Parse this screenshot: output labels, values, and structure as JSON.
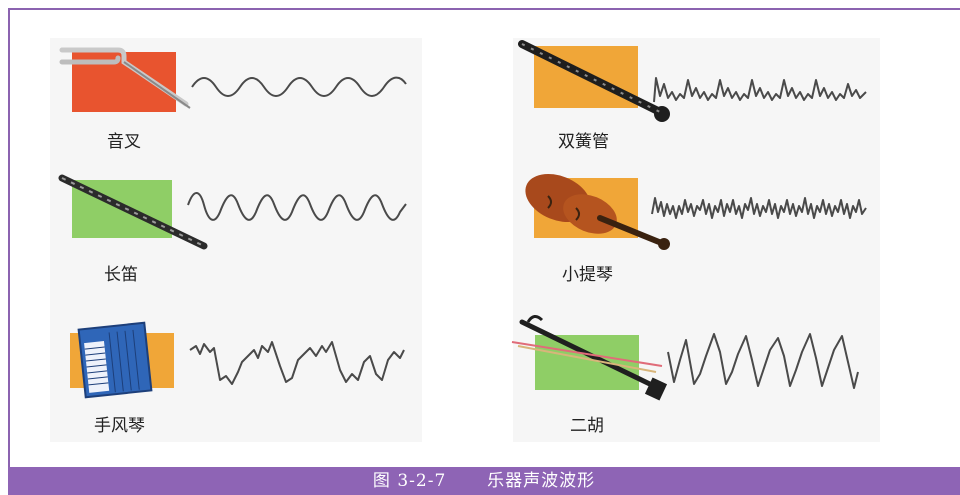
{
  "colors": {
    "frame": "#8b63b0",
    "caption_bg": "#8e64b5",
    "orange": "#e8542f",
    "gold": "#f0a638",
    "green": "#8fce66",
    "wave": "#4a4a4a"
  },
  "instruments": [
    {
      "id": "tuning-fork",
      "label": "音叉",
      "box_color": "orange",
      "icon": "tuning-fork-icon"
    },
    {
      "id": "flute",
      "label": "长笛",
      "box_color": "green",
      "icon": "flute-icon"
    },
    {
      "id": "accordion",
      "label": "手风琴",
      "box_color": "gold",
      "icon": "accordion-icon"
    },
    {
      "id": "bassoon",
      "label": "双簧管",
      "box_color": "gold",
      "icon": "bassoon-icon"
    },
    {
      "id": "violin",
      "label": "小提琴",
      "box_color": "gold",
      "icon": "violin-icon"
    },
    {
      "id": "erhu",
      "label": "二胡",
      "box_color": "green",
      "icon": "erhu-icon"
    }
  ],
  "caption": {
    "figure_no": "图 3-2-7",
    "title": "乐器声波波形"
  }
}
